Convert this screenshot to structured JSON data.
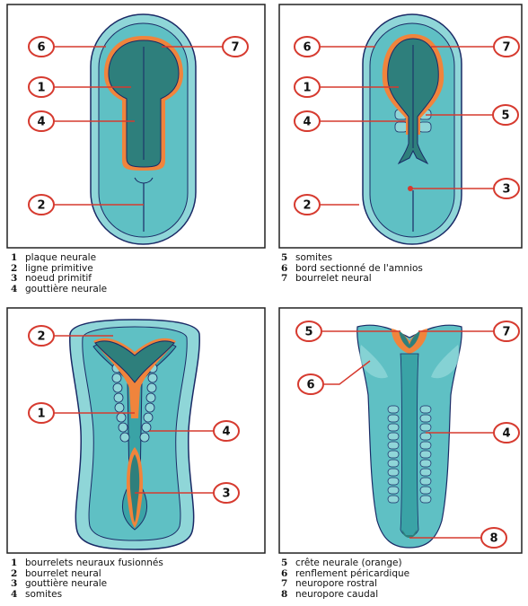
{
  "panels": [
    {
      "legend": [
        {
          "num": "1",
          "text": "plaque neurale"
        },
        {
          "num": "2",
          "text": "ligne primitive"
        },
        {
          "num": "3",
          "text": "noeud primitif"
        },
        {
          "num": "4",
          "text": "gouttière neurale"
        }
      ],
      "callouts": [
        "6",
        "7",
        "1",
        "4",
        "2"
      ]
    },
    {
      "legend": [
        {
          "num": "5",
          "text": "somites"
        },
        {
          "num": "6",
          "text": "bord sectionné de l'amnios"
        },
        {
          "num": "7",
          "text": "bourrelet neural"
        }
      ],
      "callouts": [
        "6",
        "7",
        "1",
        "4",
        "5",
        "2",
        "3"
      ]
    },
    {
      "legend": [
        {
          "num": "1",
          "text": "bourrelets neuraux fusionnés"
        },
        {
          "num": "2",
          "text": "bourrelet neural"
        },
        {
          "num": "3",
          "text": "gouttière neurale"
        },
        {
          "num": "4",
          "text": "somites"
        }
      ],
      "callouts": [
        "2",
        "1",
        "4",
        "3"
      ]
    },
    {
      "legend": [
        {
          "num": "5",
          "text": "crête neurale (orange)"
        },
        {
          "num": "6",
          "text": "renflement péricardique"
        },
        {
          "num": "7",
          "text": "neuropore rostral"
        },
        {
          "num": "8",
          "text": "neuropore caudal"
        }
      ],
      "callouts": [
        "5",
        "7",
        "6",
        "4",
        "8"
      ]
    }
  ],
  "colors": {
    "outer": "#8fd6d8",
    "middle": "#5fc0c4",
    "inner": "#3aa3a6",
    "plate": "#2e7f7c",
    "crest": "#f0843c",
    "line": "#1a2a66",
    "callout": "#d63a2f"
  }
}
